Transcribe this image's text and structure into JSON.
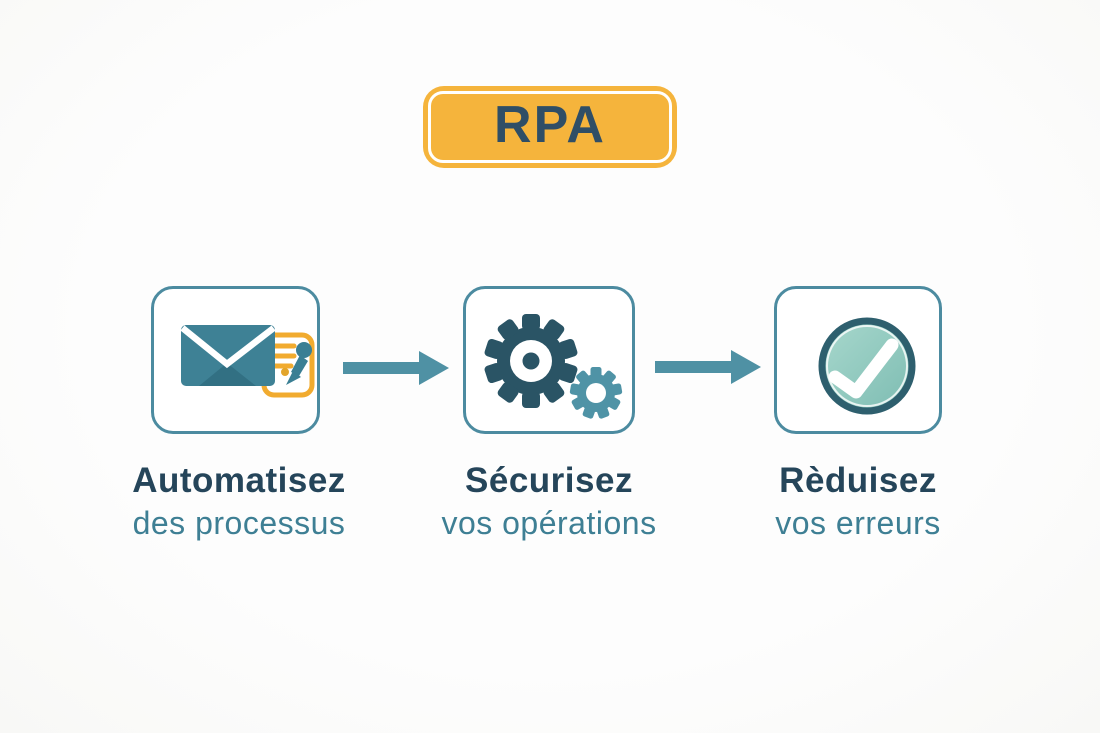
{
  "diagram": {
    "badge": {
      "label": "RPA"
    },
    "steps": [
      {
        "icon": "envelope-document-icon",
        "title": "Automatisez",
        "subtitle": "des processus"
      },
      {
        "icon": "gears-icon",
        "title": "Sécurisez",
        "subtitle": "vos opérations"
      },
      {
        "icon": "check-circle-icon",
        "title": "Rèduisez",
        "subtitle": "vos erreurs"
      }
    ],
    "colors": {
      "background": "#fcfcfb",
      "badge_fill": "#f5b43c",
      "badge_ring": "#ffffff",
      "badge_text": "#2f4e66",
      "box_border": "#4c8ba0",
      "arrow": "#4f91a4",
      "title_text": "#25455a",
      "subtitle_text": "#3e7f94",
      "envelope_teal": "#3e8195",
      "envelope_fold_dark": "#327083",
      "document_yellow": "#f1ab2f",
      "pen_teal": "#3a7f94",
      "gear_dark": "#2a5465",
      "gear_light": "#4f93a6",
      "check_ring": "#2e5f6e",
      "check_fill_light": "#a8d8cd",
      "check_fill_dark": "#7dbcb2",
      "check_mark": "#ffffff"
    }
  }
}
